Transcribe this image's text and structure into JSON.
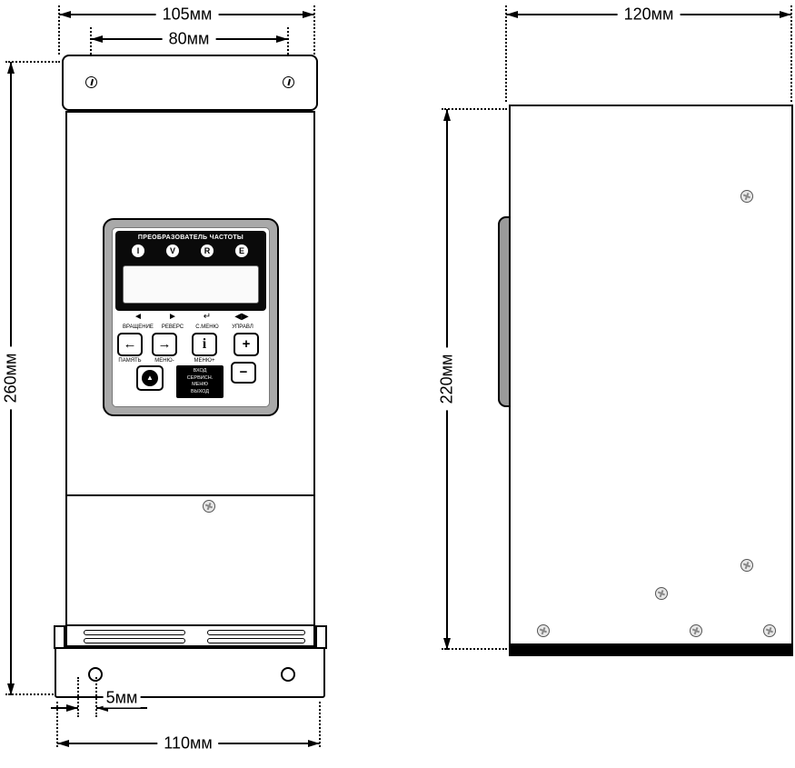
{
  "front_view": {
    "dims": {
      "width_outer": "105мм",
      "width_mount": "80мм",
      "height": "260мм",
      "hole_offset": "5мм",
      "width_bottom": "110мм"
    },
    "panel": {
      "title": "ПРЕОБРАЗОВАТЕЛЬ ЧАСТОТЫ",
      "indicators": [
        "I",
        "V",
        "R",
        "E"
      ],
      "status_icons": [
        "◄",
        "►",
        "↵",
        "◀▶"
      ],
      "status_labels": [
        "ВРАЩЕНИЕ",
        "РЕВЕРС",
        "С.МЕНЮ",
        "УПРАВЛ"
      ],
      "btn_left_icon": "←",
      "btn_left_label": "ПАМЯТЬ",
      "btn_right_icon": "→",
      "btn_right_label": "МЕНЮ-",
      "btn_info_icon": "i",
      "btn_info_label": "МЕНЮ+",
      "btn_plus_icon": "+",
      "btn_up_icon": "▲",
      "btn_minus_icon": "−",
      "menu_box": [
        "ВХОД",
        "СЕРВИСН.",
        "МЕНЮ",
        "ВЫХОД"
      ]
    }
  },
  "side_view": {
    "dims": {
      "width": "120мм",
      "height": "220мм"
    }
  },
  "colors": {
    "line": "#000000",
    "panel_frame": "#a9a9a9",
    "panel_black": "#0a0a0a",
    "bump_gray": "#9a9a9a"
  }
}
